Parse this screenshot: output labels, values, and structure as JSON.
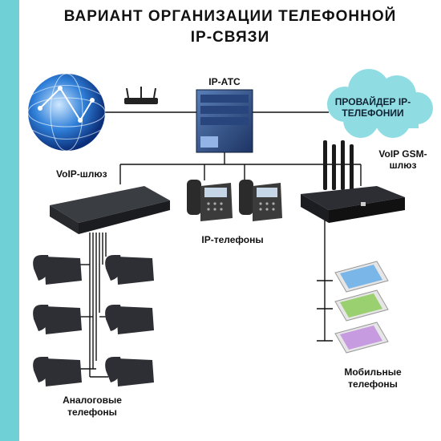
{
  "title_line1": "ВАРИАНТ ОРГАНИЗАЦИИ ТЕЛЕФОННОЙ",
  "title_line2": "IP-СВЯЗИ",
  "labels": {
    "ip_ats": "IP-АТС",
    "provider": "ПРОВАЙДЕР IP-ТЕЛЕФОНИИ",
    "voip_gateway": "VoIP-шлюз",
    "gsm_gateway_1": "VoIP GSM-",
    "gsm_gateway_2": "шлюз",
    "ip_phones": "IP-телефоны",
    "analog_1": "Аналоговые",
    "analog_2": "телефоны",
    "mobile_1": "Мобильные",
    "mobile_2": "телефоны"
  },
  "colors": {
    "stripe": "#6fd0d6",
    "cloud": "#8fdde3",
    "wire": "#111111"
  }
}
